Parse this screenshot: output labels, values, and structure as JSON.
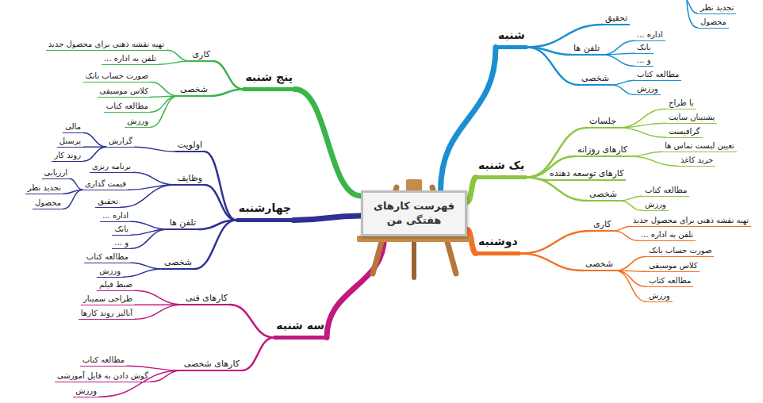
{
  "diagram": {
    "nodes": [
      {
        "text": [
          "فهرست کارهای هفتگی من"
        ]
      },
      {
        "text": [
          "شنبه"
        ]
      },
      {
        "text": [
          "تحقیق"
        ]
      },
      {
        "text": [
          "تجدید نظر"
        ]
      },
      {
        "text": [
          "محصول"
        ]
      },
      {
        "text": [
          "تلفن ها"
        ]
      },
      {
        "text": [
          "اداره ..."
        ]
      },
      {
        "text": [
          "بانک"
        ]
      },
      {
        "text": [
          "و ..."
        ]
      },
      {
        "text": [
          "شخصی"
        ]
      },
      {
        "text": [
          "مطالعه کتاب"
        ]
      },
      {
        "text": [
          "ورزش"
        ]
      },
      {
        "text": [
          "یک شنبه"
        ]
      },
      {
        "text": [
          "جلسات"
        ]
      },
      {
        "text": [
          "با طراح"
        ]
      },
      {
        "text": [
          "پشتیبان سایت"
        ]
      },
      {
        "text": [
          "گرافیست"
        ]
      },
      {
        "text": [
          "کارهای روزانه"
        ]
      },
      {
        "text": [
          "تعیین لیست تماس ها"
        ]
      },
      {
        "text": [
          "خرید کاغذ"
        ]
      },
      {
        "text": [
          "کارهای توسعه دهنده"
        ]
      },
      {
        "text": [
          "شخصی"
        ]
      },
      {
        "text": [
          "مطالعه کتاب"
        ]
      },
      {
        "text": [
          "ورزش"
        ]
      },
      {
        "text": [
          "دوشنبه"
        ]
      },
      {
        "text": [
          "کاری"
        ]
      },
      {
        "text": [
          "تهیه نقشه ذهنی برای محصول جدید"
        ]
      },
      {
        "text": [
          "تلفن به اداره ..."
        ]
      },
      {
        "text": [
          "شخصی"
        ]
      },
      {
        "text": [
          "صورت حساب بانک"
        ]
      },
      {
        "text": [
          "کلاس موسیقی"
        ]
      },
      {
        "text": [
          "مطالعه کتاب"
        ]
      },
      {
        "text": [
          "ورزش"
        ]
      },
      {
        "text": [
          "سه شنبه"
        ]
      },
      {
        "text": [
          "کارهای فنی"
        ]
      },
      {
        "text": [
          "ضبط فیلم"
        ]
      },
      {
        "text": [
          "طراحی سمینار"
        ]
      },
      {
        "text": [
          "آنالیز روند کارها"
        ]
      },
      {
        "text": [
          "کارهای شخصی"
        ]
      },
      {
        "text": [
          "مطالعه کتاب"
        ]
      },
      {
        "text": [
          "گوش دادن به فایل آموزشی"
        ]
      },
      {
        "text": [
          "ورزش"
        ]
      },
      {
        "text": [
          "چهارشنبه"
        ]
      },
      {
        "text": [
          "اولویت"
        ]
      },
      {
        "text": [
          "گزارش"
        ]
      },
      {
        "text": [
          "مالی"
        ]
      },
      {
        "text": [
          "پرسنل"
        ]
      },
      {
        "text": [
          "روند کار"
        ]
      },
      {
        "text": [
          "وظایف"
        ]
      },
      {
        "text": [
          "برنامه ریزی"
        ]
      },
      {
        "text": [
          "قیمت گذاری"
        ]
      },
      {
        "text": [
          "ارزیابی"
        ]
      },
      {
        "text": [
          "تجدید نظر"
        ]
      },
      {
        "text": [
          "محصول"
        ]
      },
      {
        "text": [
          "تحقیق"
        ]
      },
      {
        "text": [
          "تلفن ها"
        ]
      },
      {
        "text": [
          "اداره ..."
        ]
      },
      {
        "text": [
          "بانک"
        ]
      },
      {
        "text": [
          "و ..."
        ]
      },
      {
        "text": [
          "شخصی"
        ]
      },
      {
        "text": [
          "مطالعه کتاب"
        ]
      },
      {
        "text": [
          "ورزش"
        ]
      },
      {
        "text": [
          "پنج شنبه"
        ]
      },
      {
        "text": [
          "کاری"
        ]
      },
      {
        "text": [
          "تهیه نقشه ذهنی برای محصول جدید"
        ]
      },
      {
        "text": [
          "تلفن به اداره ..."
        ]
      },
      {
        "text": [
          "شخصی"
        ]
      },
      {
        "text": [
          "صورت حساب بانک"
        ]
      },
      {
        "text": [
          "کلاس موسیقی"
        ]
      },
      {
        "text": [
          "مطالعه کتاب"
        ]
      },
      {
        "text": [
          "ورزش"
        ]
      }
    ],
    "edges": [
      {
        "from": 0,
        "to": 1,
        "arrow": "none"
      },
      {
        "from": 1,
        "to": 2,
        "arrow": "none"
      },
      {
        "from": 1,
        "to": 5,
        "arrow": "none"
      },
      {
        "from": 5,
        "to": 6,
        "arrow": "none"
      },
      {
        "from": 5,
        "to": 7,
        "arrow": "none"
      },
      {
        "from": 5,
        "to": 8,
        "arrow": "none"
      },
      {
        "from": 1,
        "to": 9,
        "arrow": "none"
      },
      {
        "from": 9,
        "to": 10,
        "arrow": "none"
      },
      {
        "from": 9,
        "to": 11,
        "arrow": "none"
      },
      {
        "from": 0,
        "to": 12,
        "arrow": "none"
      },
      {
        "from": 12,
        "to": 13,
        "arrow": "none"
      },
      {
        "from": 13,
        "to": 14,
        "arrow": "none"
      },
      {
        "from": 13,
        "to": 15,
        "arrow": "none"
      },
      {
        "from": 13,
        "to": 16,
        "arrow": "none"
      },
      {
        "from": 12,
        "to": 17,
        "arrow": "none"
      },
      {
        "from": 17,
        "to": 18,
        "arrow": "none"
      },
      {
        "from": 17,
        "to": 19,
        "arrow": "none"
      },
      {
        "from": 12,
        "to": 20,
        "arrow": "none"
      },
      {
        "from": 12,
        "to": 21,
        "arrow": "none"
      },
      {
        "from": 21,
        "to": 22,
        "arrow": "none"
      },
      {
        "from": 21,
        "to": 23,
        "arrow": "none"
      },
      {
        "from": 0,
        "to": 24,
        "arrow": "none"
      },
      {
        "from": 24,
        "to": 25,
        "arrow": "none"
      },
      {
        "from": 25,
        "to": 26,
        "arrow": "none"
      },
      {
        "from": 25,
        "to": 27,
        "arrow": "none"
      },
      {
        "from": 24,
        "to": 28,
        "arrow": "none"
      },
      {
        "from": 28,
        "to": 29,
        "arrow": "none"
      },
      {
        "from": 28,
        "to": 30,
        "arrow": "none"
      },
      {
        "from": 28,
        "to": 31,
        "arrow": "none"
      },
      {
        "from": 28,
        "to": 32,
        "arrow": "none"
      },
      {
        "from": 0,
        "to": 33,
        "arrow": "none"
      },
      {
        "from": 33,
        "to": 34,
        "arrow": "none"
      },
      {
        "from": 34,
        "to": 35,
        "arrow": "none"
      },
      {
        "from": 34,
        "to": 36,
        "arrow": "none"
      },
      {
        "from": 34,
        "to": 37,
        "arrow": "none"
      },
      {
        "from": 33,
        "to": 38,
        "arrow": "none"
      },
      {
        "from": 38,
        "to": 39,
        "arrow": "none"
      },
      {
        "from": 38,
        "to": 40,
        "arrow": "none"
      },
      {
        "from": 38,
        "to": 41,
        "arrow": "none"
      },
      {
        "from": 0,
        "to": 42,
        "arrow": "none"
      },
      {
        "from": 42,
        "to": 43,
        "arrow": "none"
      },
      {
        "from": 43,
        "to": 44,
        "arrow": "none"
      },
      {
        "from": 44,
        "to": 45,
        "arrow": "none"
      },
      {
        "from": 44,
        "to": 46,
        "arrow": "none"
      },
      {
        "from": 44,
        "to": 47,
        "arrow": "none"
      },
      {
        "from": 42,
        "to": 48,
        "arrow": "none"
      },
      {
        "from": 48,
        "to": 49,
        "arrow": "none"
      },
      {
        "from": 48,
        "to": 50,
        "arrow": "none"
      },
      {
        "from": 50,
        "to": 51,
        "arrow": "none"
      },
      {
        "from": 50,
        "to": 52,
        "arrow": "none"
      },
      {
        "from": 50,
        "to": 53,
        "arrow": "none"
      },
      {
        "from": 48,
        "to": 54,
        "arrow": "none"
      },
      {
        "from": 42,
        "to": 55,
        "arrow": "none"
      },
      {
        "from": 55,
        "to": 56,
        "arrow": "none"
      },
      {
        "from": 55,
        "to": 57,
        "arrow": "none"
      },
      {
        "from": 55,
        "to": 58,
        "arrow": "none"
      },
      {
        "from": 42,
        "to": 59,
        "arrow": "none"
      },
      {
        "from": 59,
        "to": 60,
        "arrow": "none"
      },
      {
        "from": 59,
        "to": 61,
        "arrow": "none"
      },
      {
        "from": 0,
        "to": 62,
        "arrow": "none"
      },
      {
        "from": 62,
        "to": 63,
        "arrow": "none"
      },
      {
        "from": 63,
        "to": 64,
        "arrow": "none"
      },
      {
        "from": 63,
        "to": 65,
        "arrow": "none"
      },
      {
        "from": 62,
        "to": 66,
        "arrow": "none"
      },
      {
        "from": 66,
        "to": 67,
        "arrow": "none"
      },
      {
        "from": 66,
        "to": 68,
        "arrow": "none"
      },
      {
        "from": 66,
        "to": 69,
        "arrow": "none"
      },
      {
        "from": 66,
        "to": 70,
        "arrow": "none"
      }
    ]
  }
}
